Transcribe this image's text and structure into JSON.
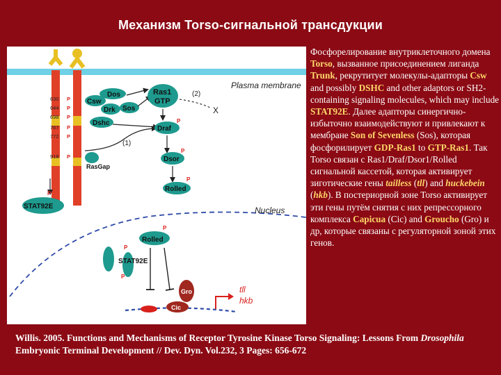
{
  "title": "Механизм Torso-сигнальной трансдукции",
  "figure": {
    "membrane_label": "Plasma membrane",
    "nucleus_label": "Nucleus",
    "phospho_sites": [
      "630",
      "644",
      "698",
      "767",
      "772",
      "918"
    ],
    "p_mark": "P",
    "proteins": {
      "dos": "Dos",
      "csw": "Csw",
      "drk": "Drk",
      "sos": "Sos",
      "dshc": "Dshc",
      "ras1": "Ras1",
      "gtp": "GTP",
      "draf": "Draf",
      "dsor": "Dsor",
      "rolled": "Rolled",
      "rasgap": "RasGap",
      "stat92e": "STAT92E",
      "rolled_nuc": "Rolled",
      "stat_nuc": "STAT92E",
      "gro": "Gro",
      "cic": "Cic"
    },
    "genes": {
      "tll": "tll",
      "hkb": "hkb"
    },
    "pathway_labels": {
      "p1": "(1)",
      "p2": "(2)",
      "x": "X"
    }
  },
  "description": {
    "s1": "Фосфорелирование внутриклеточного домена ",
    "torso1": "Torso",
    "s2": ", вызванное присоединением лиганда ",
    "trunk": "Trunk",
    "s3": ", рекрутитует молекулы-адапторы ",
    "csw": "Csw",
    "s4": " and possibly ",
    "dshc": "DSHC",
    "s5": " and other adaptors or SH2-containing signaling molecules, which may include ",
    "stat": "STAT92E",
    "s6": ". Далее адапторы синергично-избыточно взаимодействуют и привлекают к мембране ",
    "sos": "Son of Sevenless",
    "s7": " (Sos), которая фосфорилирует ",
    "gdp": "GDP-Ras1",
    "s8": " to ",
    "gtp": "GTP-Ras1",
    "s9": ". Так Torso связан с Ras1/Draf/Dsor1/Rolled сигнальной кассетой, которая активирует зиготические гены ",
    "tailless": "tailless",
    "s10": " (",
    "tll": "tll",
    "s11": ") and ",
    "huckebein": "huckebein",
    "s12": " (",
    "hkb": "hkb",
    "s13": "). В постериорной зоне Torso активирует эти гены путём снятия с них репрессорного комплекса ",
    "capicua": "Capicua",
    "s14": " (Cic) and ",
    "groucho": "Groucho",
    "s15": " (Gro) и др, которые связаны с регуляторной зоной этих генов."
  },
  "reference": {
    "part1": "Willis. 2005. Functions and Mechanisms of Receptor Tyrosine Kinase Torso Signaling: Lessons From ",
    "drosophila": "Drosophila",
    "part2": " Embryonic Terminal Development // Dev. Dyn. Vol.232, 3 Pages: 656-672"
  },
  "colors": {
    "background": "#8b0a14",
    "highlight": "#ffd66a",
    "protein_teal": "#1e9a8e",
    "membrane": "#6fd0e6",
    "receptor_red": "#e04028",
    "receptor_yellow": "#e8c024",
    "phospho_red": "#d8201c"
  }
}
